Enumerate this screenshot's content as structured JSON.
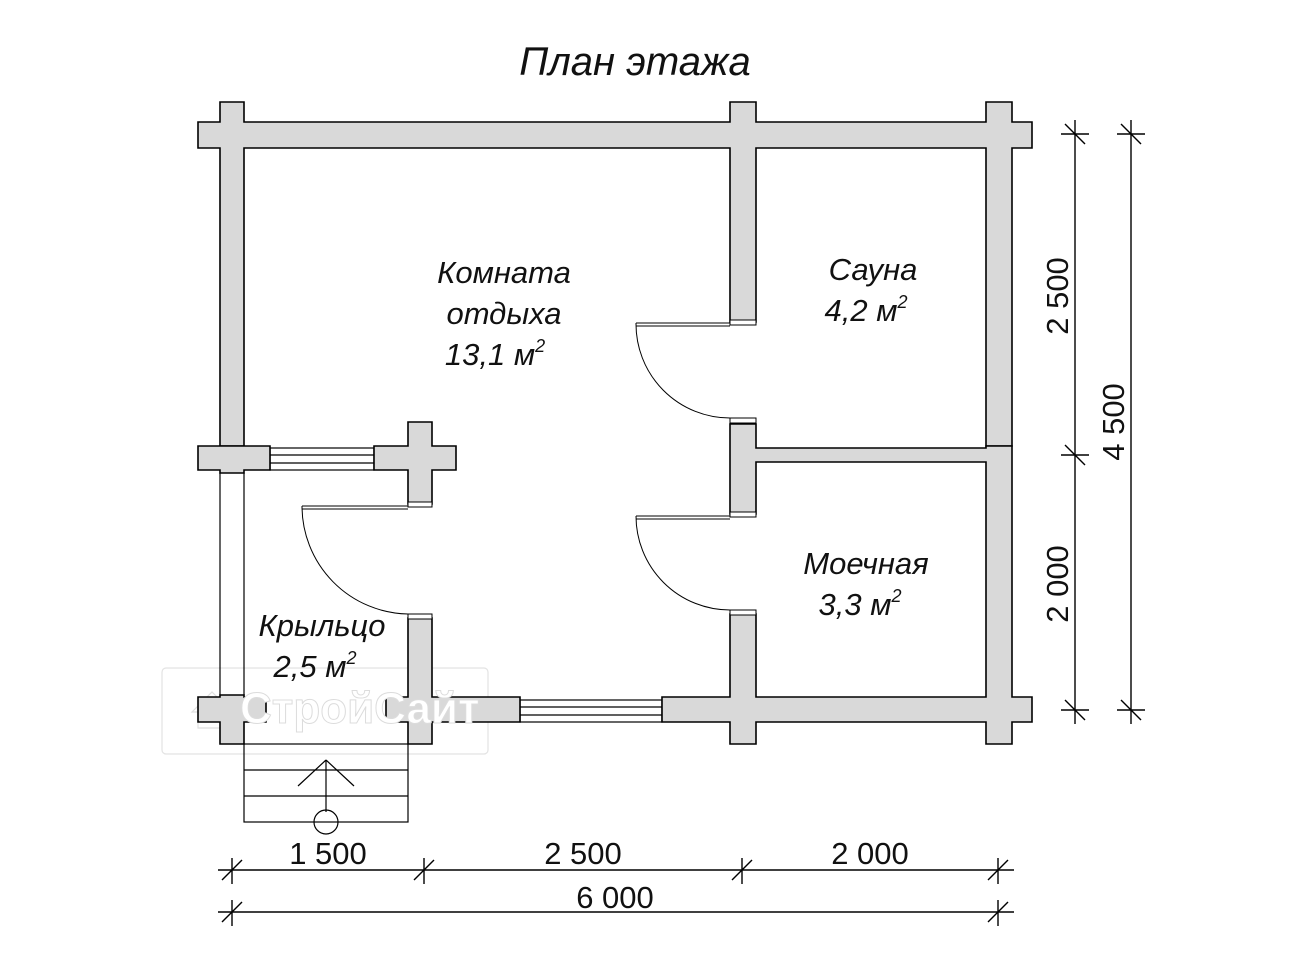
{
  "title": "План этажа",
  "rooms": {
    "rest_room": {
      "name_line1": "Комната",
      "name_line2": "отдыха",
      "area_value": "13,1 м",
      "area_sup": "2"
    },
    "sauna": {
      "name": "Сауна",
      "area_value": "4,2 м",
      "area_sup": "2"
    },
    "washroom": {
      "name": "Моечная",
      "area_value": "3,3 м",
      "area_sup": "2"
    },
    "porch": {
      "name": "Крыльцо",
      "area_value": "2,5 м",
      "area_sup": "2"
    }
  },
  "dimensions": {
    "bottom_segments": [
      "1 500",
      "2 500",
      "2 000"
    ],
    "bottom_total": "6 000",
    "right_segments": [
      "2 500",
      "2 000"
    ],
    "right_total": "4 500"
  },
  "watermark": {
    "text": "СтройСайт"
  },
  "colors": {
    "wall_fill": "#d9d9d9",
    "line": "#000000",
    "background": "#ffffff"
  }
}
